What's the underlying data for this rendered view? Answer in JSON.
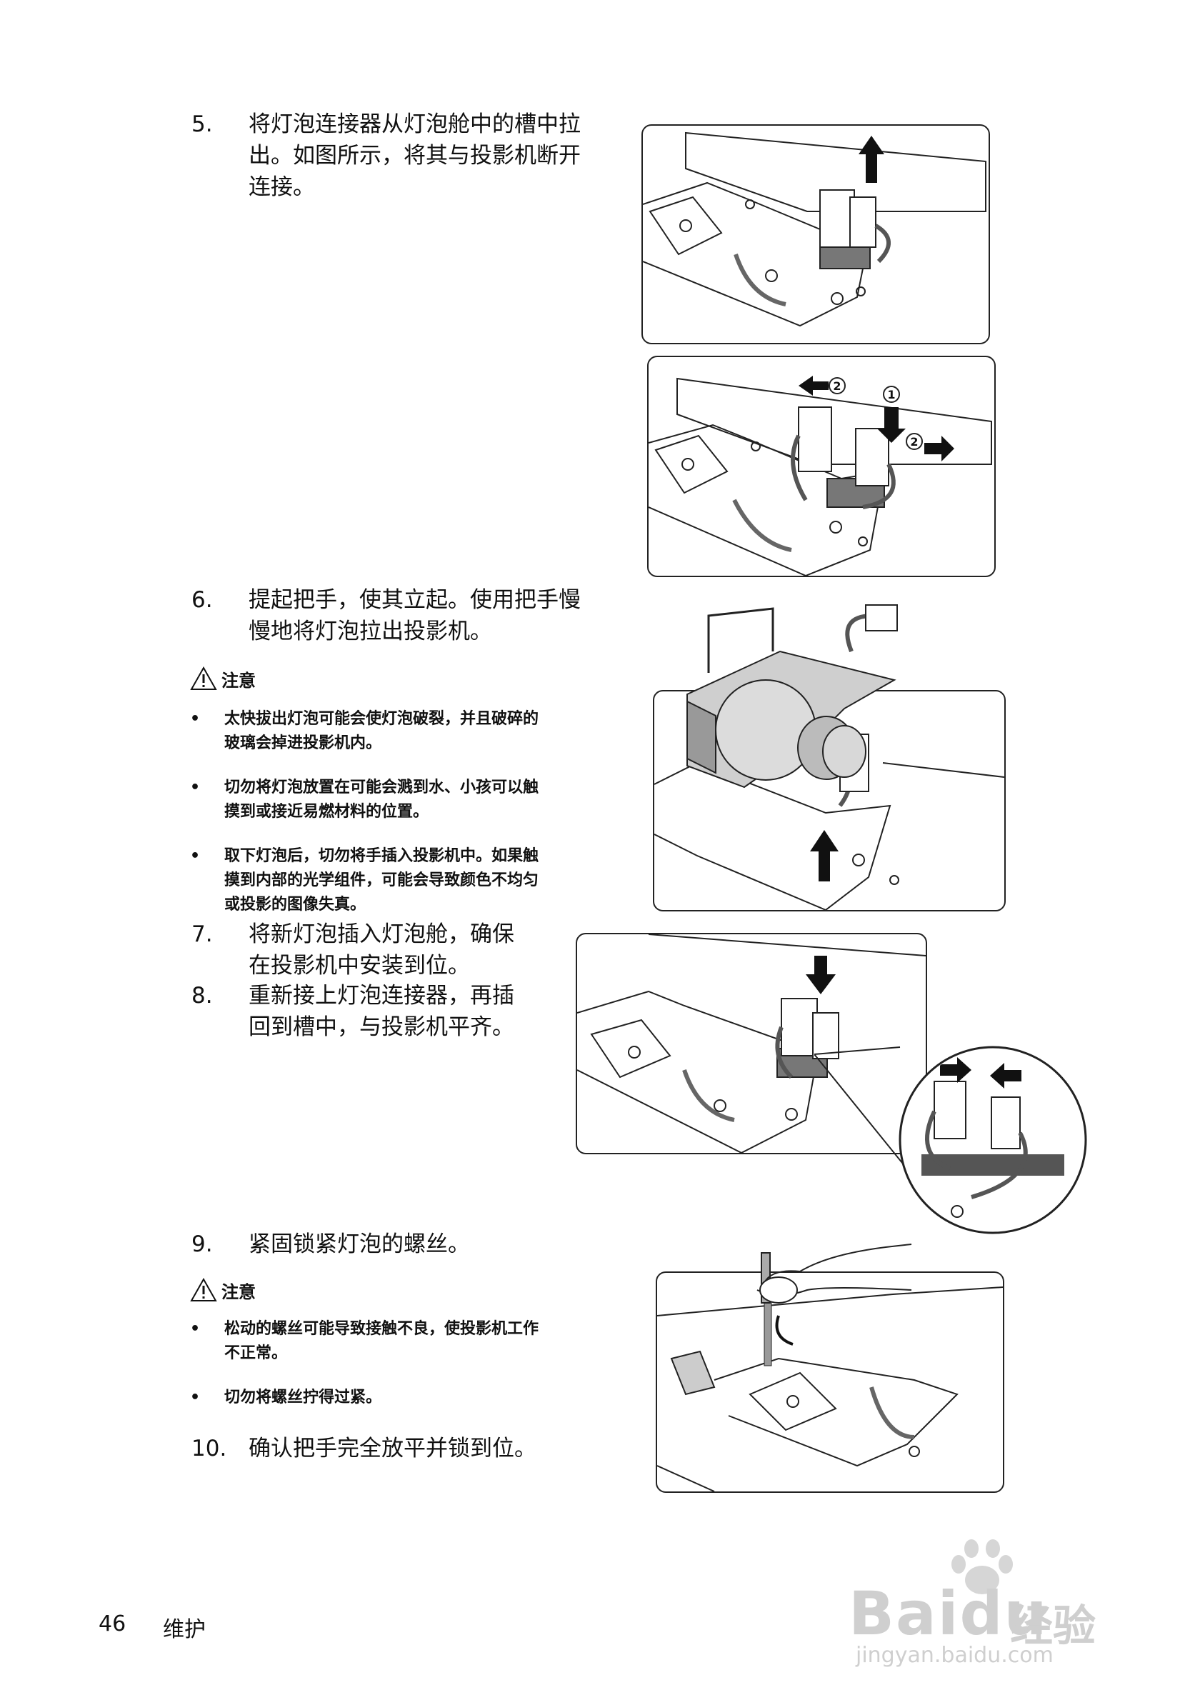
{
  "steps": {
    "s5": {
      "num": "5.",
      "text": "将灯泡连接器从灯泡舱中的槽中拉\n出。如图所示，将其与投影机断开\n连接。"
    },
    "s6": {
      "num": "6.",
      "text": "提起把手，使其立起。使用把手慢\n慢地将灯泡拉出投影机。"
    },
    "s7": {
      "num": "7.",
      "text": "将新灯泡插入灯泡舱，确保\n在投影机中安装到位。"
    },
    "s8": {
      "num": "8.",
      "text": "重新接上灯泡连接器，再插\n回到槽中，与投影机平齐。"
    },
    "s9": {
      "num": "9.",
      "text": "紧固锁紧灯泡的螺丝。"
    },
    "s10": {
      "num": "10.",
      "text": "确认把手完全放平并锁到位。"
    }
  },
  "notes": [
    {
      "title": "注意",
      "bullets": [
        "太快拔出灯泡可能会使灯泡破裂，并且破碎的\n玻璃会掉进投影机内。",
        "切勿将灯泡放置在可能会溅到水、小孩可以触\n摸到或接近易燃材料的位置。",
        "取下灯泡后，切勿将手插入投影机中。如果触\n摸到内部的光学组件，可能会导致颜色不均匀\n或投影的图像失真。"
      ]
    },
    {
      "title": "注意",
      "bullets": [
        "松动的螺丝可能导致接触不良，使投影机工作\n不正常。",
        "切勿将螺丝拧得过紧。"
      ]
    }
  ],
  "bullet_char": "•",
  "figure_labels": {
    "circle1": "1",
    "circle2": "2"
  },
  "footer": {
    "page_number": "46",
    "section": "维护"
  },
  "watermark": {
    "brand": "Bai",
    "brand_suffix": "du",
    "product": "经验",
    "url": "jingyan.baidu.com"
  }
}
